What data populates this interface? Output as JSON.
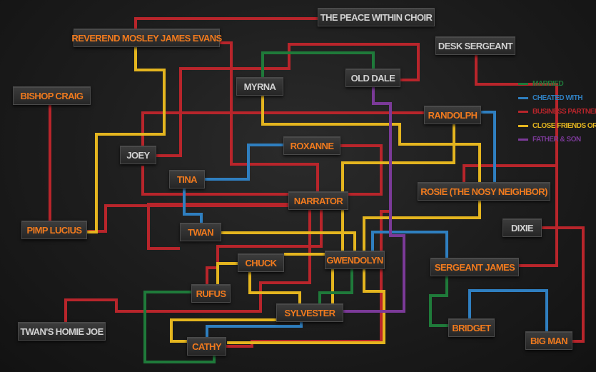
{
  "colors": {
    "married": "#1f7a3a",
    "cheated": "#2f7fc0",
    "business": "#b8252b",
    "friends": "#e4b51f",
    "father": "#7b3a98",
    "node_text_orange": "#f07a1e",
    "node_text_gray": "#d2d2d2"
  },
  "nodes": {
    "peace_choir": "THE PEACE WITHIN CHOIR",
    "reverend": "REVEREND MOSLEY JAMES EVANS",
    "desk_sergeant": "DESK SERGEANT",
    "bishop_craig": "BISHOP CRAIG",
    "myrna": "MYRNA",
    "old_dale": "OLD DALE",
    "randolph": "RANDOLPH",
    "joey": "JOEY",
    "roxanne": "ROXANNE",
    "tina": "TINA",
    "rosie": "ROSIE (THE NOSY NEIGHBOR)",
    "narrator": "NARRATOR",
    "pimp_lucius": "PIMP LUCIUS",
    "twan": "TWAN",
    "dixie": "DIXIE",
    "chuck": "CHUCK",
    "gwendolyn": "GWENDOLYN",
    "sergeant_james": "SERGEANT JAMES",
    "rufus": "RUFUS",
    "sylvester": "SYLVESTER",
    "bridget": "BRIDGET",
    "twans_homie_joe": "TWAN'S HOMIE JOE",
    "big_man": "BIG MAN",
    "cathy": "CATHY"
  },
  "legend": [
    {
      "key": "married",
      "label": "MARRIED"
    },
    {
      "key": "cheated",
      "label": "CHEATED WITH"
    },
    {
      "key": "business",
      "label": "BUSINESS PARTNERS"
    },
    {
      "key": "friends",
      "label": "CLOSE FRIENDS OR RELATIVES"
    },
    {
      "key": "father",
      "label": "FATHER & SON"
    }
  ]
}
